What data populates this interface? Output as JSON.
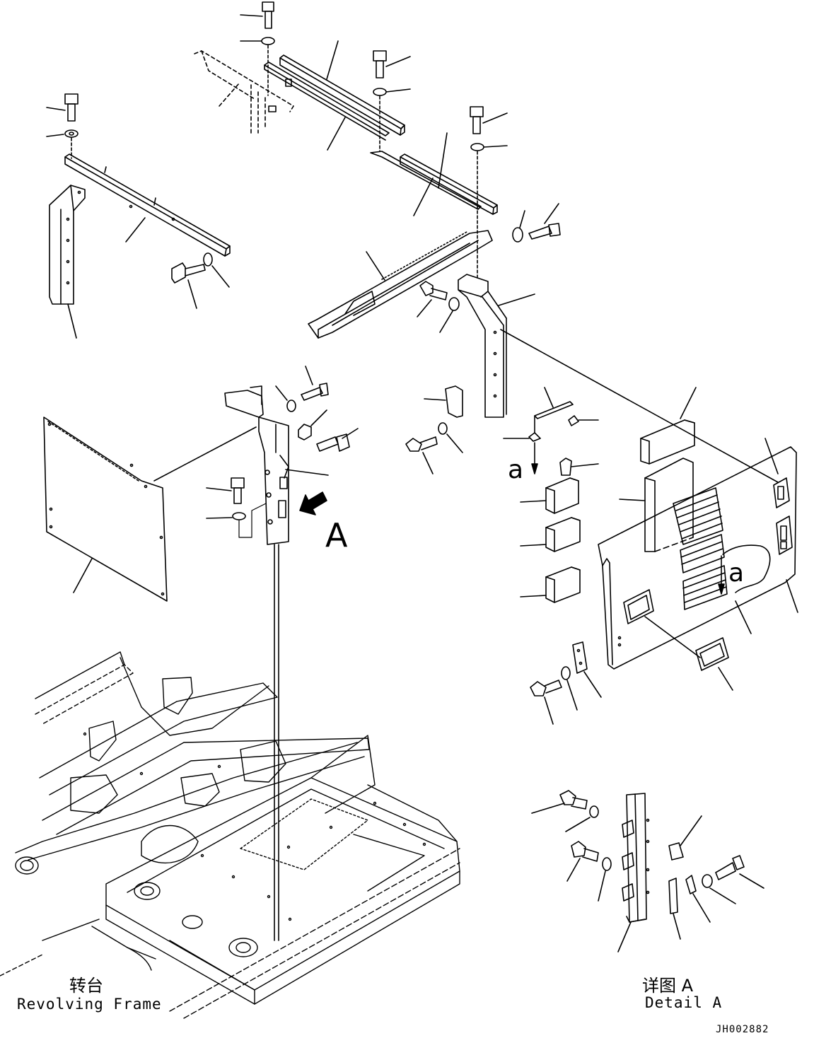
{
  "labels": {
    "view_arrow_letter": "A",
    "ref_a_left": "a",
    "ref_a_right": "a",
    "frame_cn": "转台",
    "frame_en": "Revolving Frame",
    "detail_cn": "详图 A",
    "detail_en": "Detail A",
    "drawing_code": "JH002882"
  },
  "colors": {
    "line": "#000000",
    "background": "#ffffff"
  }
}
